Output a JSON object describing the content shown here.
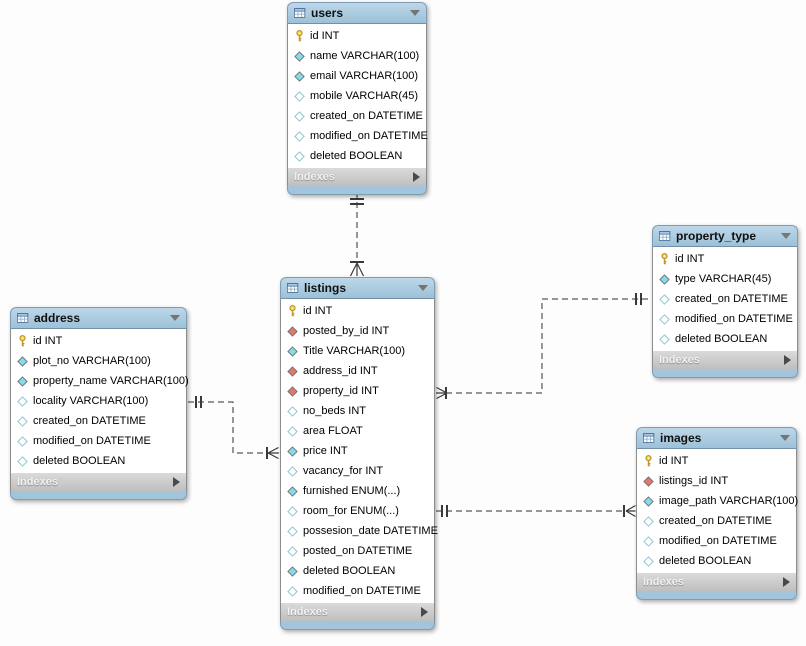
{
  "diagram": {
    "tool": "EER diagram",
    "footer_label": "Indexes",
    "colors": {
      "table_header_blue": "#aecde1",
      "table_footer_gray": "#cccccc",
      "table_border": "#7e9db4",
      "primary_key_yellow": "#f2c832",
      "not_null_cyan": "#84dbe9",
      "foreign_key_red": "#e0786e",
      "nullable_white": "#ffffff",
      "relationship_line": "#2e2e2e"
    },
    "icons": {
      "header_left": "table-icon",
      "header_right": "chevron-down-icon",
      "footer_right": "expand-arrow-icon"
    },
    "tables": [
      {
        "name": "users",
        "footer": "Indexes",
        "columns": [
          {
            "icon": "key",
            "name": "id",
            "type": "INT"
          },
          {
            "icon": "diamond-filled",
            "name": "name",
            "type": "VARCHAR(100)"
          },
          {
            "icon": "diamond-filled",
            "name": "email",
            "type": "VARCHAR(100)"
          },
          {
            "icon": "diamond-open",
            "name": "mobile",
            "type": "VARCHAR(45)"
          },
          {
            "icon": "diamond-open",
            "name": "created_on",
            "type": "DATETIME"
          },
          {
            "icon": "diamond-open",
            "name": "modified_on",
            "type": "DATETIME"
          },
          {
            "icon": "diamond-open",
            "name": "deleted",
            "type": "BOOLEAN"
          }
        ]
      },
      {
        "name": "listings",
        "footer": "Indexes",
        "columns": [
          {
            "icon": "key",
            "name": "id",
            "type": "INT"
          },
          {
            "icon": "diamond-fk",
            "name": "posted_by_id",
            "type": "INT"
          },
          {
            "icon": "diamond-filled",
            "name": "Title",
            "type": "VARCHAR(100)"
          },
          {
            "icon": "diamond-fk",
            "name": "address_id",
            "type": "INT"
          },
          {
            "icon": "diamond-fk",
            "name": "property_id",
            "type": "INT"
          },
          {
            "icon": "diamond-open",
            "name": "no_beds",
            "type": "INT"
          },
          {
            "icon": "diamond-open",
            "name": "area",
            "type": "FLOAT"
          },
          {
            "icon": "diamond-filled",
            "name": "price",
            "type": "INT"
          },
          {
            "icon": "diamond-open",
            "name": "vacancy_for",
            "type": "INT"
          },
          {
            "icon": "diamond-filled",
            "name": "furnished",
            "type": "ENUM(...)"
          },
          {
            "icon": "diamond-open",
            "name": "room_for",
            "type": "ENUM(...)"
          },
          {
            "icon": "diamond-open",
            "name": "possesion_date",
            "type": "DATETIME"
          },
          {
            "icon": "diamond-open",
            "name": "posted_on",
            "type": "DATETIME"
          },
          {
            "icon": "diamond-filled",
            "name": "deleted",
            "type": "BOOLEAN"
          },
          {
            "icon": "diamond-open",
            "name": "modified_on",
            "type": "DATETIME"
          }
        ]
      },
      {
        "name": "address",
        "footer": "Indexes",
        "columns": [
          {
            "icon": "key",
            "name": "id",
            "type": "INT"
          },
          {
            "icon": "diamond-filled",
            "name": "plot_no",
            "type": "VARCHAR(100)"
          },
          {
            "icon": "diamond-filled",
            "name": "property_name",
            "type": "VARCHAR(100)"
          },
          {
            "icon": "diamond-open",
            "name": "locality",
            "type": "VARCHAR(100)"
          },
          {
            "icon": "diamond-open",
            "name": "created_on",
            "type": "DATETIME"
          },
          {
            "icon": "diamond-open",
            "name": "modified_on",
            "type": "DATETIME"
          },
          {
            "icon": "diamond-open",
            "name": "deleted",
            "type": "BOOLEAN"
          }
        ]
      },
      {
        "name": "property_type",
        "footer": "Indexes",
        "columns": [
          {
            "icon": "key",
            "name": "id",
            "type": "INT"
          },
          {
            "icon": "diamond-filled",
            "name": "type",
            "type": "VARCHAR(45)"
          },
          {
            "icon": "diamond-open",
            "name": "created_on",
            "type": "DATETIME"
          },
          {
            "icon": "diamond-open",
            "name": "modified_on",
            "type": "DATETIME"
          },
          {
            "icon": "diamond-open",
            "name": "deleted",
            "type": "BOOLEAN"
          }
        ]
      },
      {
        "name": "images",
        "footer": "Indexes",
        "columns": [
          {
            "icon": "key",
            "name": "id",
            "type": "INT"
          },
          {
            "icon": "diamond-fk",
            "name": "listings_id",
            "type": "INT"
          },
          {
            "icon": "diamond-filled",
            "name": "image_path",
            "type": "VARCHAR(100)"
          },
          {
            "icon": "diamond-open",
            "name": "created_on",
            "type": "DATETIME"
          },
          {
            "icon": "diamond-open",
            "name": "modified_on",
            "type": "DATETIME"
          },
          {
            "icon": "diamond-open",
            "name": "deleted",
            "type": "BOOLEAN"
          }
        ]
      }
    ],
    "relationships": [
      {
        "one_side": "users",
        "many_side": "listings",
        "style": "dashed",
        "notation": "crow-foot"
      },
      {
        "one_side": "address",
        "many_side": "listings",
        "style": "dashed",
        "notation": "crow-foot"
      },
      {
        "one_side": "property_type",
        "many_side": "listings",
        "style": "dashed",
        "notation": "crow-foot"
      },
      {
        "one_side": "listings",
        "many_side": "images",
        "style": "dashed",
        "notation": "crow-foot"
      }
    ]
  }
}
